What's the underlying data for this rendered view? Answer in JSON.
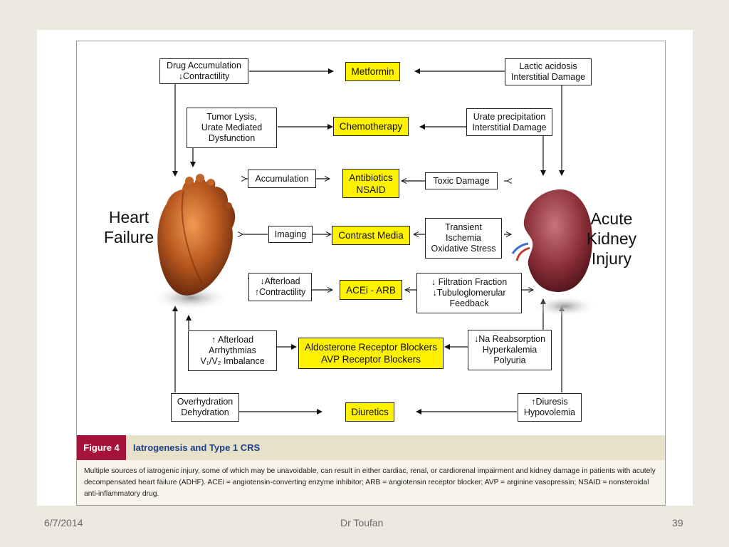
{
  "figure": {
    "tag": "Figure 4",
    "title": "Iatrogenesis and Type 1 CRS",
    "caption": "Multiple sources of iatrogenic injury, some of which may be unavoidable, can result in either cardiac, renal, or cardiorenal impairment and kidney damage in patients with acutely decompensated heart failure (ADHF). ACEi = angiotensin-converting enzyme inhibitor; ARB = angiotensin receptor blocker; AVP = arginine vasopressin; NSAID = nonsteroidal anti-inflammatory drug."
  },
  "labels": {
    "heart": "Heart\nFailure",
    "kidney": "Acute\nKidney\nInjury"
  },
  "drugs": {
    "metformin": "Metformin",
    "chemotherapy": "Chemotherapy",
    "antibiotics": "Antibiotics\nNSAID",
    "contrast": "Contrast Media",
    "acei": "ACEi - ARB",
    "aldosterone": "Aldosterone Receptor Blockers\nAVP Receptor Blockers",
    "diuretics": "Diuretics"
  },
  "heart_effects": {
    "metformin": "Drug Accumulation\n↓Contractility",
    "chemotherapy": "Tumor Lysis,\nUrate Mediated\nDysfunction",
    "antibiotics": "Accumulation",
    "contrast": "Imaging",
    "acei": "↓Afterload\n↑Contractility",
    "aldosterone": "↑ Afterload\nArrhythmias\nV₁/V₂ Imbalance",
    "diuretics": "Overhydration\nDehydration"
  },
  "kidney_effects": {
    "metformin": "Lactic acidosis\nInterstitial Damage",
    "chemotherapy": "Urate precipitation\nInterstitial Damage",
    "antibiotics": "Toxic Damage",
    "contrast": "Transient\nIschemia\nOxidative Stress",
    "acei": "↓ Filtration Fraction\n↓Tubuloglomerular\nFeedback",
    "aldosterone": "↓Na Reabsorption\nHyperkalemia\nPolyuria",
    "diuretics": "↑Diuresis\nHypovolemia"
  },
  "footer": {
    "date": "6/7/2014",
    "author": "Dr Toufan",
    "page": "39"
  },
  "colors": {
    "highlight": "#fff200",
    "figure_tag": "#a5123a",
    "figure_title": "#1d3f8a",
    "heart": "#b5561e",
    "kidney": "#8a2f38"
  }
}
